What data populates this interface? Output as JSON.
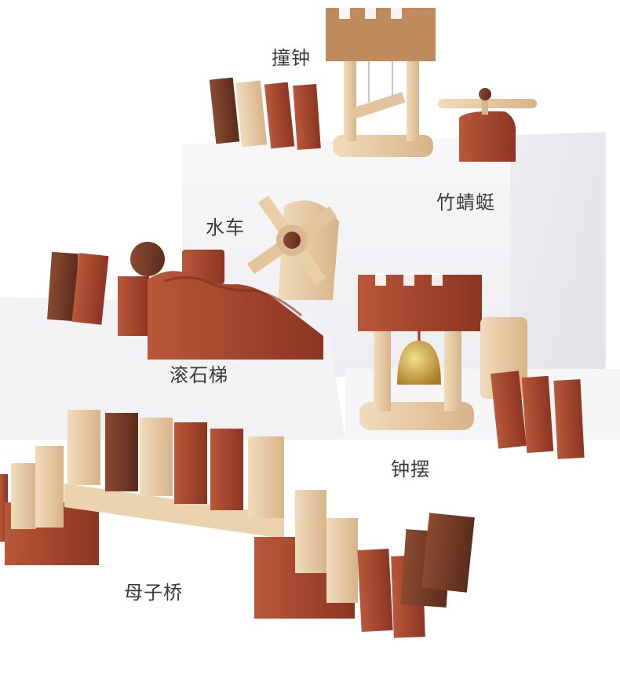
{
  "labels": {
    "zhuang_zhong": "撞钟",
    "zhu_qing_ting": "竹蜻蜓",
    "shui_che": "水车",
    "gun_shi_ti": "滚石梯",
    "zhong_bai": "钟摆",
    "mu_zi_qiao": "母子桥"
  },
  "colors": {
    "background": "#ffffff",
    "platform_top": "#f4f4f6",
    "platform_side": "#e9e9ee",
    "beech_light": "#e8cfae",
    "beech_mid": "#d9b58b",
    "rosewood": "#a8472e",
    "rosewood_dark": "#7a2e1e",
    "walnut": "#6e3a26",
    "brass": "#c9a24a",
    "text": "#3a3a3a"
  }
}
